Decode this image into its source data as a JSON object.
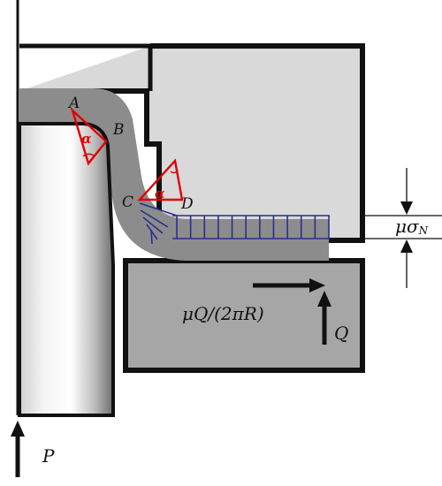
{
  "labels": {
    "A": "A",
    "B": "B",
    "C": "C",
    "D": "D",
    "alpha_top": "α",
    "alpha_bottom": "α",
    "mu_sigma": "μσ",
    "mu_sigma_sub": "N",
    "friction_force": "μQ/(2πR)",
    "Q": "Q",
    "P": "P"
  },
  "colors": {
    "outline": "#111111",
    "die_fill": "#d9d9d9",
    "blankholder_fill": "#a6a6a6",
    "sheet_fill": "#8c8c8c",
    "pressure_lines": "#2b2e8f",
    "angle_triangles": "#e00000"
  },
  "pressure_distribution": {
    "bar_count": 12
  }
}
